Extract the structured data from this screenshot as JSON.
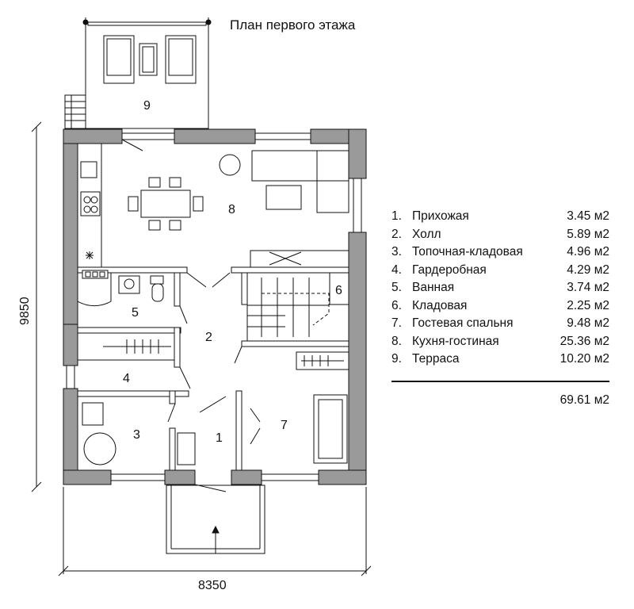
{
  "plan_title": "План первого этажа",
  "dimensions": {
    "width": "8350",
    "height": "9850"
  },
  "room_labels": [
    "1",
    "2",
    "3",
    "4",
    "5",
    "6",
    "7",
    "8",
    "9"
  ],
  "legend": [
    {
      "num": "1.",
      "name": "Прихожая",
      "area": "3.45 м2"
    },
    {
      "num": "2.",
      "name": "Холл",
      "area": "5.89 м2"
    },
    {
      "num": "3.",
      "name": "Топочная-кладовая",
      "area": "4.96 м2"
    },
    {
      "num": "4.",
      "name": "Гардеробная",
      "area": "4.29 м2"
    },
    {
      "num": "5.",
      "name": "Ванная",
      "area": "3.74 м2"
    },
    {
      "num": "6.",
      "name": "Кладовая",
      "area": "2.25 м2"
    },
    {
      "num": "7.",
      "name": "Гостевая спальня",
      "area": "9.48 м2"
    },
    {
      "num": "8.",
      "name": "Кухня-гостиная",
      "area": "25.36 м2"
    },
    {
      "num": "9.",
      "name": "Терраса",
      "area": "10.20 м2"
    }
  ],
  "total_area": "69.61 м2",
  "colors": {
    "wall": "#9a9a9a",
    "line": "#111111",
    "background": "#ffffff"
  }
}
